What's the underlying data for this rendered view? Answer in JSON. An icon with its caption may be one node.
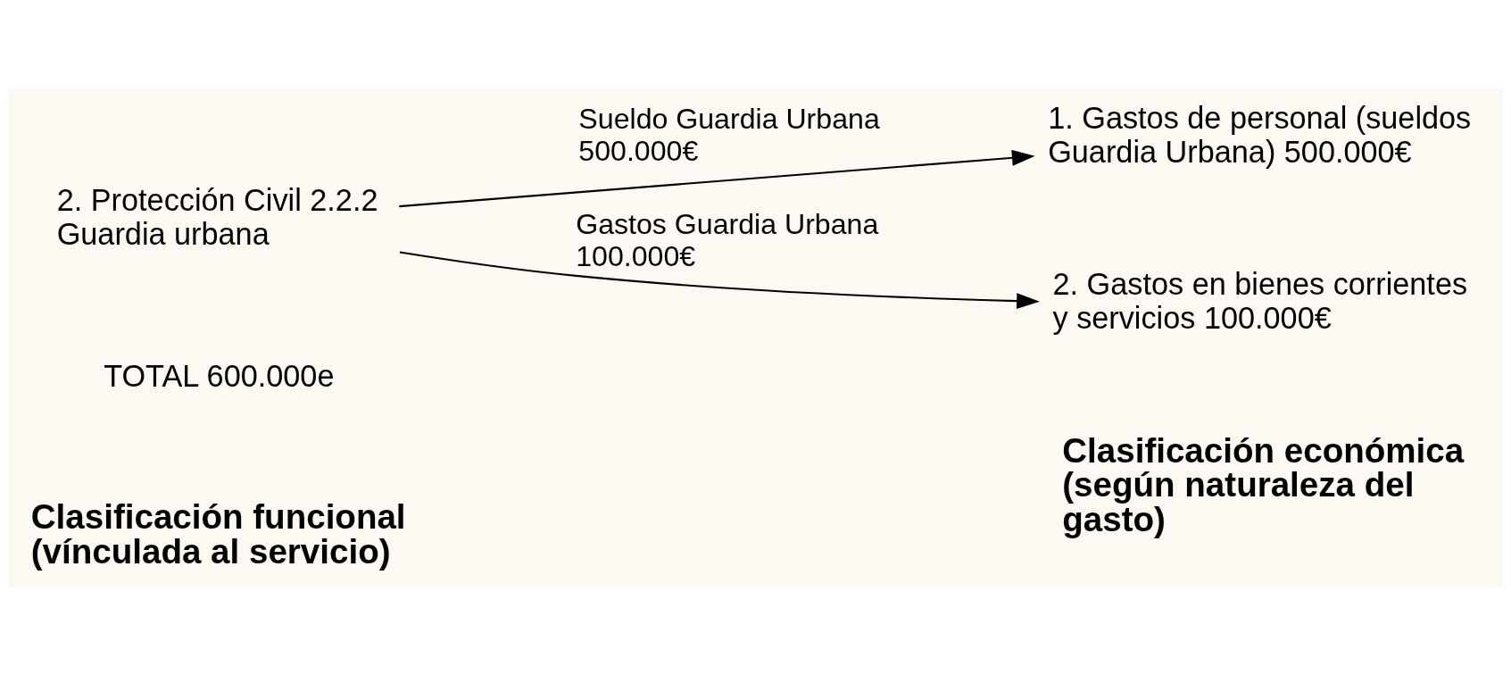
{
  "diagram": {
    "nodes": [
      {
        "text": [
          "2. Protección Civil 2.2.2 Guardia urbana"
        ]
      },
      {
        "text": [
          "1. Gastos de personal (sueldos Guardia Urbana) 500.000€"
        ]
      },
      {
        "text": [
          "2. Gastos en bienes corrientes y servicios 100.000€"
        ]
      }
    ],
    "edges": [
      {
        "from": 0,
        "to": 1,
        "arrow": "to",
        "label": "Sueldo Guardia Urbana 500.000€"
      },
      {
        "from": 0,
        "to": 2,
        "arrow": "to",
        "label": "Gastos Guardia Urbana 100.000€"
      }
    ],
    "labels": [
      "Clasificación funcional (vínculada al servicio)",
      "Clasificación económica (según naturaleza del gasto)",
      "TOTAL 600.000e"
    ]
  }
}
